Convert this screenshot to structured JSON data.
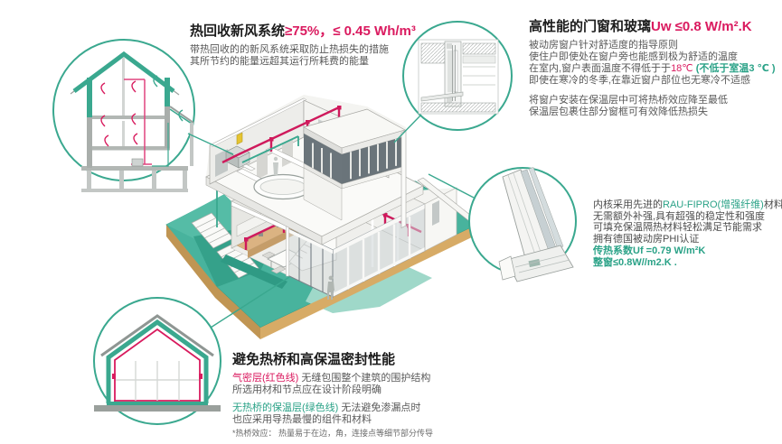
{
  "colors": {
    "teal": "#3aa88f",
    "accent_pink": "#da1a5f",
    "green_text": "#2aa287",
    "platform_teal": "#48b39d",
    "soil_tan": "#d7ab66",
    "body_gray": "#595959"
  },
  "annotations": {
    "ventilation": {
      "title_black": "热回收新风系统",
      "title_accent": "≥75%，≤ 0.45 Wh/m³",
      "body_line1": "带热回收的的新风系统采取防止热损失的措施",
      "body_line2": "其所节约的能量远超其运行所耗费的能量"
    },
    "windows": {
      "title_black": "高性能的门窗和玻璃",
      "title_accent": "Uw ≤0.8 W/m².K",
      "body_line1": "被动房窗户针对舒适度的指导原则",
      "body_line2": "使住户即使处在窗户旁也能感到极为舒适的温度",
      "body_line3_pre": "在室内,窗户表面温度不得低于于",
      "body_line3_temp": "18℃",
      "body_line3_note": " (不低于室温3 ℃ )",
      "body_line4": "即使在寒冷的冬季,在靠近窗户部位也无寒冷不适感",
      "body_line5": "将窗户安装在保温层中可将热桥效应降至最低",
      "body_line6": "保温层包裹住部分窗框可有效降低热损失"
    },
    "material": {
      "line1_pre": "内核采用先进的",
      "line1_brand": "RAU-FIPRO(增强纤维)",
      "line1_post": "材料",
      "line2": "无需额外补强,具有超强的稳定性和强度",
      "line3": "可填充保温隔热材料轻松满足节能需求",
      "line4": "拥有德国被动房PHI认证",
      "line5": "传热系数Uf =0.79 W/m²K",
      "line6": "整窗≤0.8W//m2.K ."
    },
    "thermal": {
      "title": "避免热桥和高保温密封性能",
      "line1_accent": "气密层(红色线)",
      "line1_rest": " 无缝包围整个建筑的围护结构",
      "line2": "所选用材和节点应在设计阶段明确",
      "line3_accent": "无热桥的保温层(绿色线)",
      "line3_rest": " 无法避免渗漏点时",
      "line4": "也应采用导热最慢的组件和材料",
      "footnote": "*热桥效应： 热量易于在边，角，连接点等细节部分传导"
    }
  }
}
